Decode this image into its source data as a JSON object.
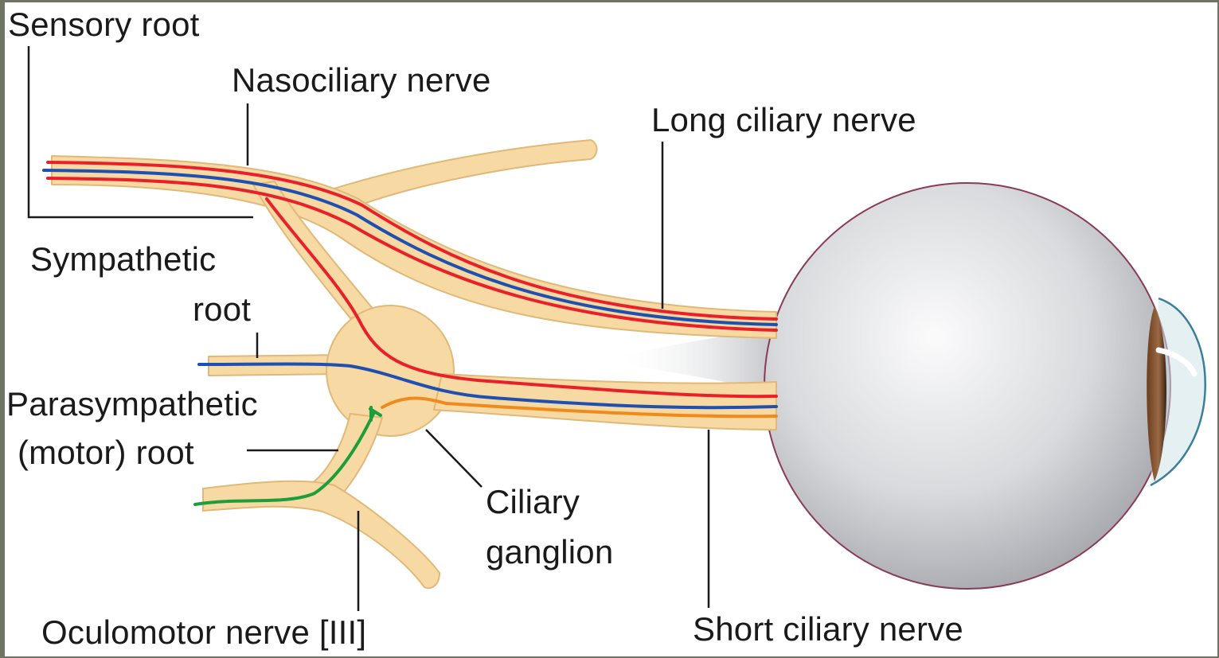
{
  "colors": {
    "frame": "#6f7562",
    "nerve_fill": "#f7d9a3",
    "nerve_edge": "#e0b878",
    "sensory_fiber": "#e8202a",
    "sympathetic_fiber": "#1f4fb0",
    "parasympathetic_fiber": "#f08a1c",
    "oculomotor_fiber": "#1e9e3a",
    "eyeball": "#d8d9dc",
    "leader_line": "#1a1a1a"
  },
  "labels": {
    "sensory_root": "Sensory root",
    "nasociliary_nerve": "Nasociliary nerve",
    "long_ciliary_nerve": "Long ciliary nerve",
    "sympathetic_root_line1": "Sympathetic",
    "sympathetic_root_line2": "root",
    "parasympathetic_root_line1": "Parasympathetic",
    "parasympathetic_root_line2": "(motor) root",
    "ciliary_ganglion_line1": "Ciliary",
    "ciliary_ganglion_line2": "ganglion",
    "oculomotor_nerve": "Oculomotor nerve [III]",
    "short_ciliary_nerve": "Short ciliary nerve"
  }
}
